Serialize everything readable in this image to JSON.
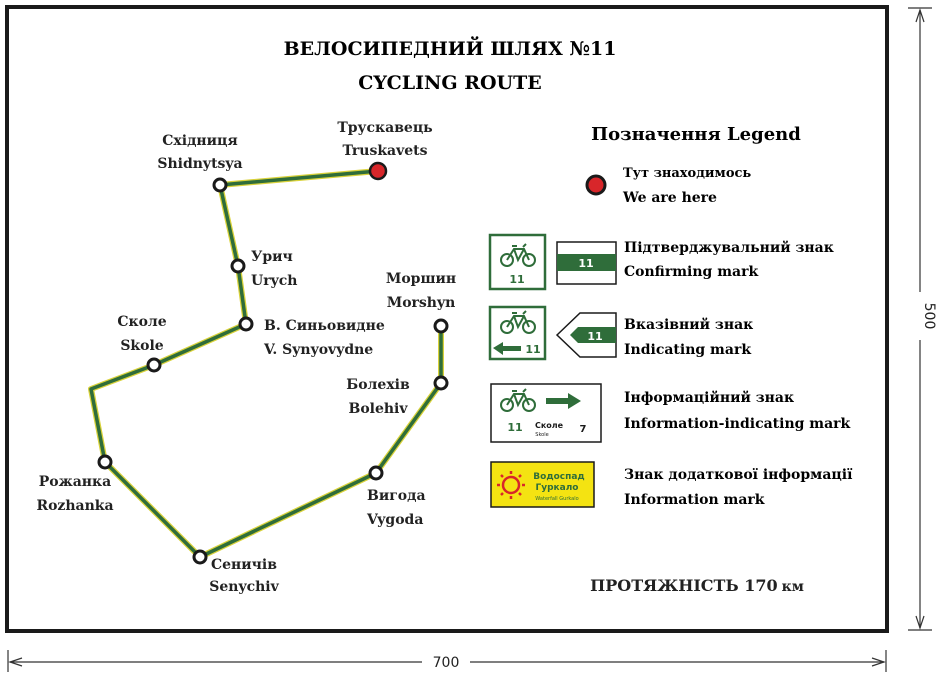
{
  "title_ua": "ВЕЛОСИПЕДНИЙ ШЛЯХ  №11",
  "title_en": "CYCLING ROUTE",
  "legend_title": "Позначення  Legend",
  "legend": {
    "here_ua": "Тут знаходимось",
    "here_en": "We are here",
    "confirm_ua": "Підтверджувальний знак",
    "confirm_en": "Confirming mark",
    "indicate_ua": "Вказівний знак",
    "indicate_en": "Indicating mark",
    "info_ua": "Інформаційний  знак",
    "info_en": "Information-indicating mark",
    "extra_ua": "Знак додаткової інформації",
    "extra_en": "Information mark"
  },
  "signs": {
    "route_number": "11",
    "info_place": "Сколе",
    "info_place_small": "Skole",
    "info_distance": "7",
    "extra_line1": "Водоспад",
    "extra_line2": "Гуркало",
    "extra_line3": "Waterfall Gurkalo"
  },
  "places": {
    "truskavets_ua": "Трускавець",
    "truskavets_en": "Truskavets",
    "shidnytsya_ua": "Східниця",
    "shidnytsya_en": "Shidnytsya",
    "urych_ua": "Урич",
    "urych_en": "Urych",
    "synyovydne_ua": "В. Синьовидне",
    "synyovydne_en": "V. Synyovydne",
    "skole_ua": "Сколе",
    "skole_en": "Skole",
    "rozhanka_ua": "Рожанка",
    "rozhanka_en": "Rozhanka",
    "senychiv_ua": "Сеничів",
    "senychiv_en": "Senychiv",
    "vygoda_ua": "Вигода",
    "vygoda_en": "Vygoda",
    "bolehiv_ua": "Болехів",
    "bolehiv_en": "Bolehiv",
    "morshyn_ua": "Моршин",
    "morshyn_en": "Morshyn"
  },
  "length_label": "ПРОТЯЖНІСТЬ  170",
  "length_unit": "км",
  "dim_width": "700",
  "dim_height": "500",
  "colors": {
    "route": "#2f6d3a",
    "route_edge": "#d9d23a",
    "here": "#d8262a",
    "sign_green": "#2f6d3a",
    "info_yellow": "#f4e312"
  }
}
